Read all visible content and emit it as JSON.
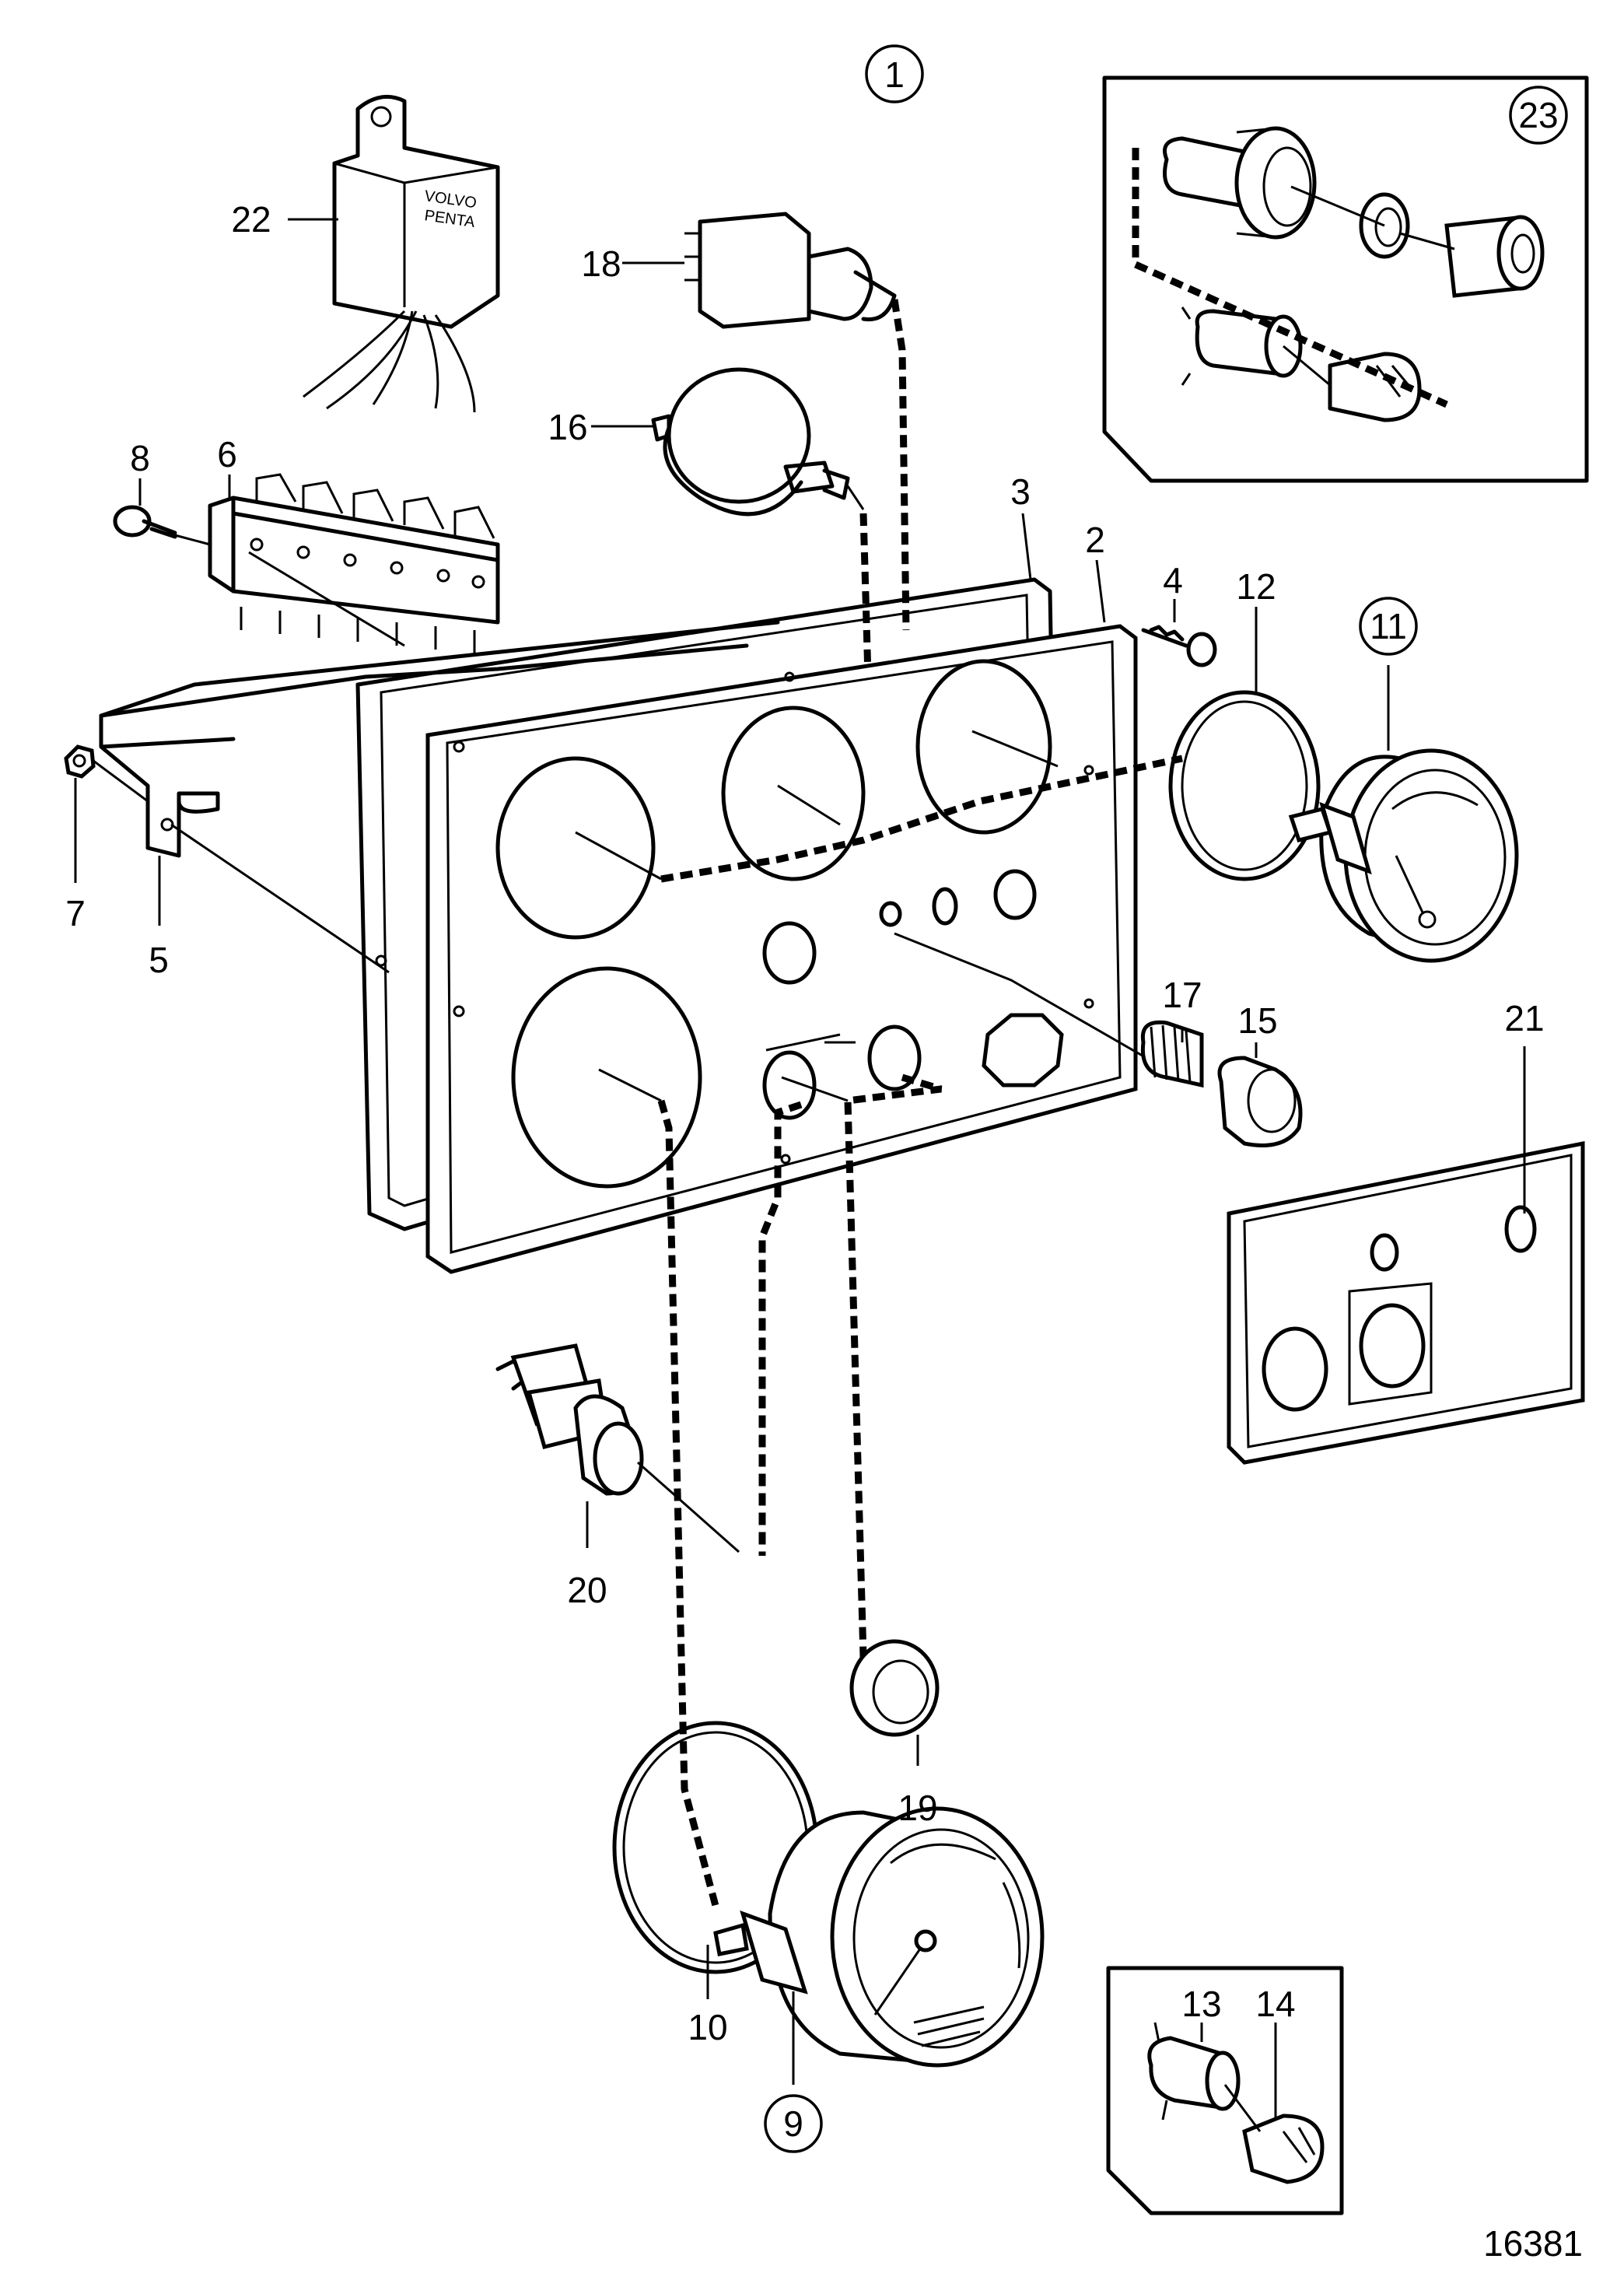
{
  "figure_id": "16381",
  "callouts": [
    {
      "number": "1",
      "circled": true
    },
    {
      "number": "2",
      "circled": false
    },
    {
      "number": "3",
      "circled": false
    },
    {
      "number": "4",
      "circled": false
    },
    {
      "number": "5",
      "circled": false
    },
    {
      "number": "6",
      "circled": false
    },
    {
      "number": "7",
      "circled": false
    },
    {
      "number": "8",
      "circled": false
    },
    {
      "number": "9",
      "circled": true
    },
    {
      "number": "10",
      "circled": false
    },
    {
      "number": "11",
      "circled": true
    },
    {
      "number": "12",
      "circled": false
    },
    {
      "number": "13",
      "circled": false
    },
    {
      "number": "14",
      "circled": false
    },
    {
      "number": "15",
      "circled": false
    },
    {
      "number": "16",
      "circled": false
    },
    {
      "number": "17",
      "circled": false
    },
    {
      "number": "18",
      "circled": false
    },
    {
      "number": "19",
      "circled": false
    },
    {
      "number": "20",
      "circled": false
    },
    {
      "number": "21",
      "circled": false
    },
    {
      "number": "22",
      "circled": false
    },
    {
      "number": "23",
      "circled": true
    }
  ],
  "relay_markings": [
    "VOLVO",
    "PENTA"
  ]
}
